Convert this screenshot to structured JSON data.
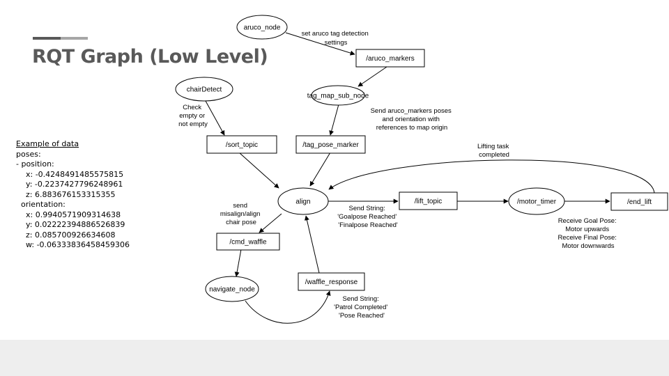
{
  "slide": {
    "title": "RQT Graph (Low Level)"
  },
  "example": {
    "heading": "Example of data",
    "lines": [
      "poses:",
      "- position:",
      "    x: -0.4248491485575815",
      "    y: -0.2237427796248961",
      "    z: 6.883676153315355",
      "  orientation:",
      "    x: 0.9940571909314638",
      "    y: 0.02222394886526839",
      "    z: 0.085700926634608",
      "    w: -0.06333836458459306"
    ]
  },
  "nodes": {
    "aruco_node": "aruco_node",
    "aruco_markers": "/aruco_markers",
    "tag_map_sub_node": "tag_map_sub_node",
    "chairDetect": "chairDetect",
    "sort_topic": "/sort_topic",
    "tag_pose_marker": "/tag_pose_marker",
    "align": "align",
    "lift_topic": "/lift_topic",
    "motor_timer": "/motor_timer",
    "end_lift": "/end_lift",
    "cmd_waffle": "/cmd_waffle",
    "waffle_response": "/waffle_response",
    "navigate_node": "navigate_node"
  },
  "annotations": {
    "aruco_settings": [
      "set aruco tag detection",
      "settings"
    ],
    "chair_check": [
      "Check",
      "empty or",
      "not empty"
    ],
    "send_poses": [
      "Send aruco_markers poses",
      "and orientation with",
      "references to map origin"
    ],
    "lifting_done": [
      "Lifting task",
      "completed"
    ],
    "send_misalign": [
      "send",
      "misalign/align",
      "chair pose"
    ],
    "send_goal": [
      "Send String:",
      "'Goalpose Reached'",
      "'Finalpose Reached'"
    ],
    "motor_dir": [
      "Receive Goal Pose:",
      "Motor upwards",
      "Receive Final Pose:",
      "Motor downwards"
    ],
    "send_patrol": [
      "Send String:",
      "'Patrol Completed'",
      "'Pose Reached'"
    ]
  }
}
